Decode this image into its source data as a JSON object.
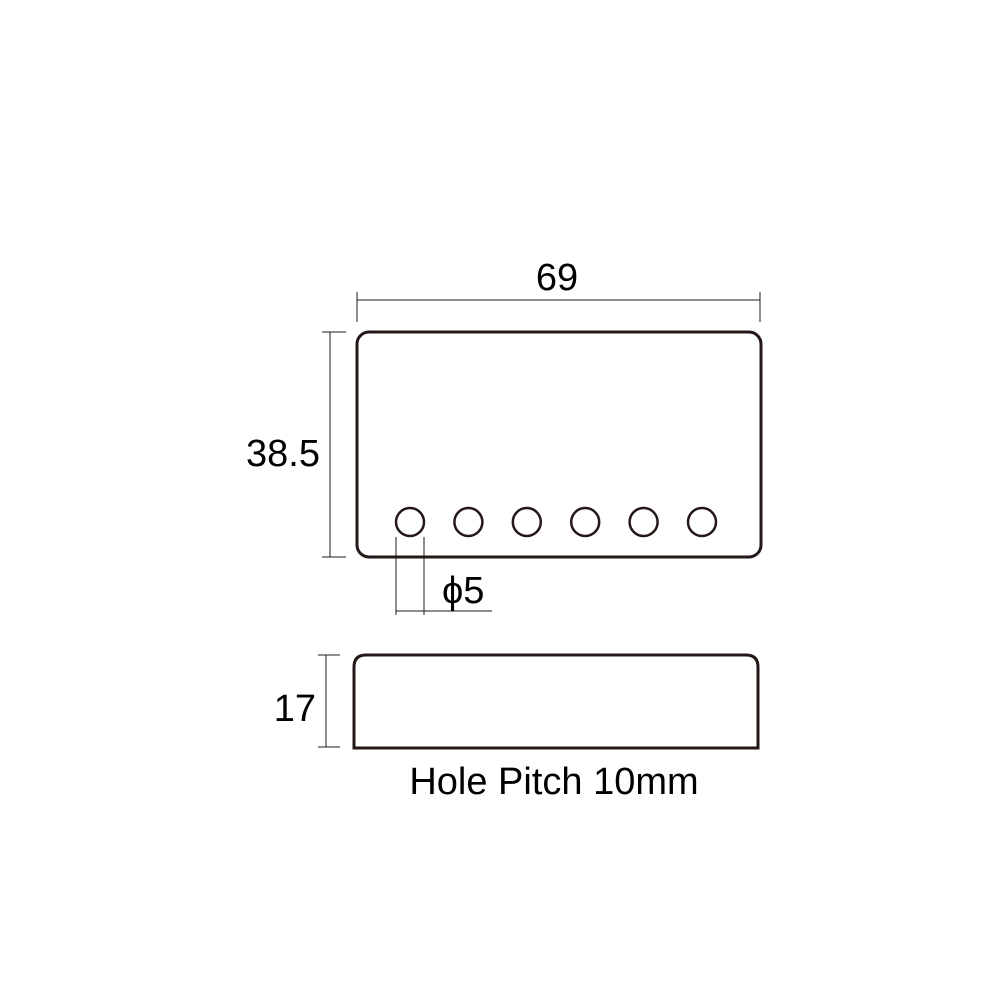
{
  "drawing": {
    "width_label": "69",
    "height_label": "38.5",
    "hole_diameter_label": "ϕ5",
    "depth_label": "17",
    "caption": "Hole Pitch 10mm",
    "hole_count": 6,
    "line_color": "#231815"
  }
}
